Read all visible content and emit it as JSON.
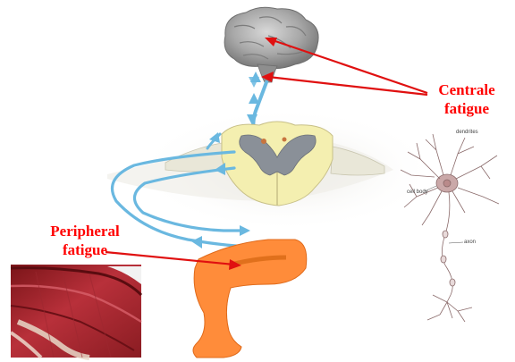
{
  "labels": {
    "central_line1": "Centrale",
    "central_line2": "fatigue",
    "peripheral_line1": "Peripheral",
    "peripheral_line2": "fatigue"
  },
  "neuron_labels": {
    "dendrites": "dendrites",
    "cell_body": "cell body",
    "axon": "axon"
  },
  "colors": {
    "label_red": "#ff0000",
    "arrow_red": "#e01010",
    "nerve_blue": "#6ab8e0",
    "leg_orange": "#ff8c3a",
    "spinal_cream": "#f4efb0",
    "brain_gray": "#9a9a9a",
    "muscle_red": "#a8202a"
  },
  "icons": {
    "brain": "brain-illustration",
    "spinal_cord": "spinal-cord-cross-section",
    "neuron": "neuron-illustration",
    "muscle": "muscle-tissue-photo",
    "leg": "leg-silhouette"
  }
}
